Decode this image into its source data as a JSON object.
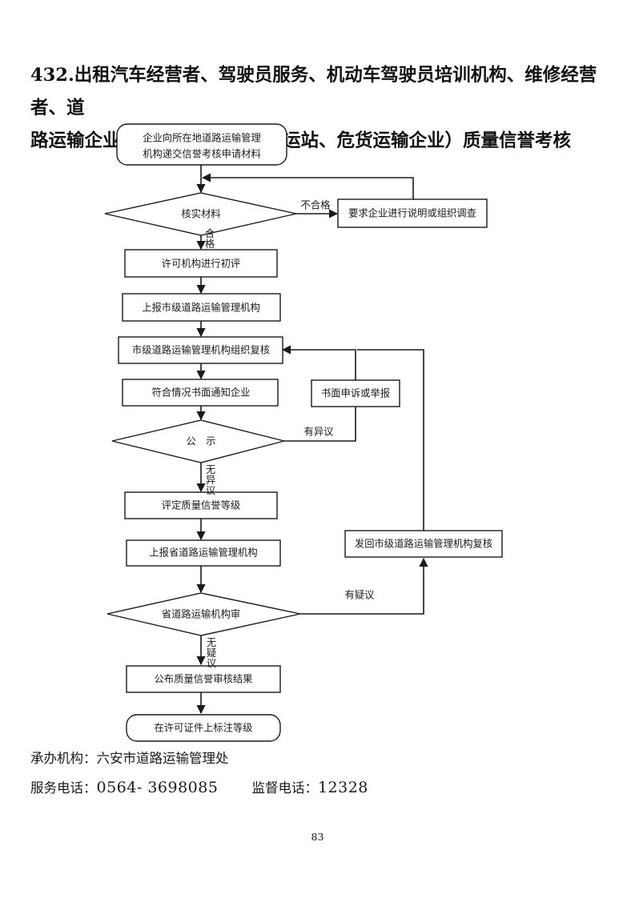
{
  "document": {
    "title_line1": "432.出租汽车经营者、驾驶员服务、机动车驾驶员培训机构、维修经营者、道",
    "title_line2": "路运输企业（含客货运企业、客运站、危货运输企业）质量信誉考核",
    "page_number": "83"
  },
  "flowchart": {
    "type": "flowchart",
    "nodes": [
      {
        "id": "n1",
        "shape": "rounded-rect",
        "label_line1": "企业向所在地道路运输管理",
        "label_line2": "机构递交信誉考核申请材料"
      },
      {
        "id": "n2",
        "shape": "diamond",
        "label": "核实材料"
      },
      {
        "id": "n3",
        "shape": "rect",
        "label": "要求企业进行说明或组织调查"
      },
      {
        "id": "n4",
        "shape": "rect",
        "label": "许可机构进行初评"
      },
      {
        "id": "n5",
        "shape": "rect",
        "label": "上报市级道路运输管理机构"
      },
      {
        "id": "n6",
        "shape": "rect",
        "label": "市级道路运输管理机构组织复核"
      },
      {
        "id": "n7",
        "shape": "rect",
        "label": "符合情况书面通知企业"
      },
      {
        "id": "n8",
        "shape": "rect",
        "label": "书面申诉或举报"
      },
      {
        "id": "n9",
        "shape": "diamond",
        "label": "公　示"
      },
      {
        "id": "n10",
        "shape": "rect",
        "label": "评定质量信誉等级"
      },
      {
        "id": "n11",
        "shape": "rect",
        "label": "上报省道路运输管理机构"
      },
      {
        "id": "n12",
        "shape": "rect",
        "label": "发回市级道路运输管理机构复核"
      },
      {
        "id": "n13",
        "shape": "diamond",
        "label": "省道路运输机构审"
      },
      {
        "id": "n14",
        "shape": "rect",
        "label": "公布质量信誉审核结果"
      },
      {
        "id": "n15",
        "shape": "rounded-rect",
        "label": "在许可证件上标注等级"
      }
    ],
    "edge_labels": {
      "fail": "不合格",
      "pass_char1": "合",
      "pass_char2": "格",
      "objection": "有异议",
      "no_objection_char1": "无",
      "no_objection_char2": "异",
      "no_objection_char3": "议",
      "doubt": "有疑议",
      "no_doubt_char1": "无",
      "no_doubt_char2": "疑",
      "no_doubt_char3": "议"
    }
  },
  "footer": {
    "agency_label": "承办机构：",
    "agency_value": "六安市道路运输管理处",
    "service_label": "服务电话：",
    "service_value": "0564- 3698085",
    "supervise_label": "监督电话：",
    "supervise_value": "12328"
  }
}
